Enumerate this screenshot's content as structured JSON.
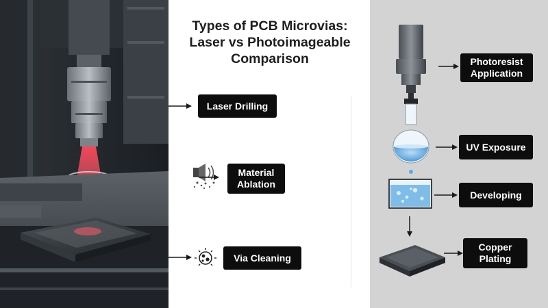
{
  "title": {
    "line1": "Types of PCB Microvias:",
    "line2": "Laser vs Photoimageable",
    "line3": "Comparison"
  },
  "laser_steps": [
    {
      "label": "Laser Drilling",
      "icon": "laser-beam-icon"
    },
    {
      "label_line1": "Material",
      "label_line2": "Ablation",
      "icon": "ablation-debris-icon"
    },
    {
      "label": "Via Cleaning",
      "icon": "cleaning-particles-icon"
    }
  ],
  "photo_steps": [
    {
      "label_line1": "Photoresist",
      "label_line2": "Application",
      "icon": "dispenser-nozzle-icon"
    },
    {
      "label": "UV Exposure",
      "icon": "flask-icon"
    },
    {
      "label": "Developing",
      "icon": "developer-tank-icon"
    },
    {
      "label_line1": "Copper",
      "label_line2": "Plating",
      "icon": "pcb-board-icon"
    }
  ],
  "colors": {
    "label_bg": "#0d0d0d",
    "label_text": "#ffffff",
    "right_panel_bg": "#d3d3d3",
    "laser_glow": "#e8384f",
    "liquid_blue": "#5aa9e6"
  }
}
